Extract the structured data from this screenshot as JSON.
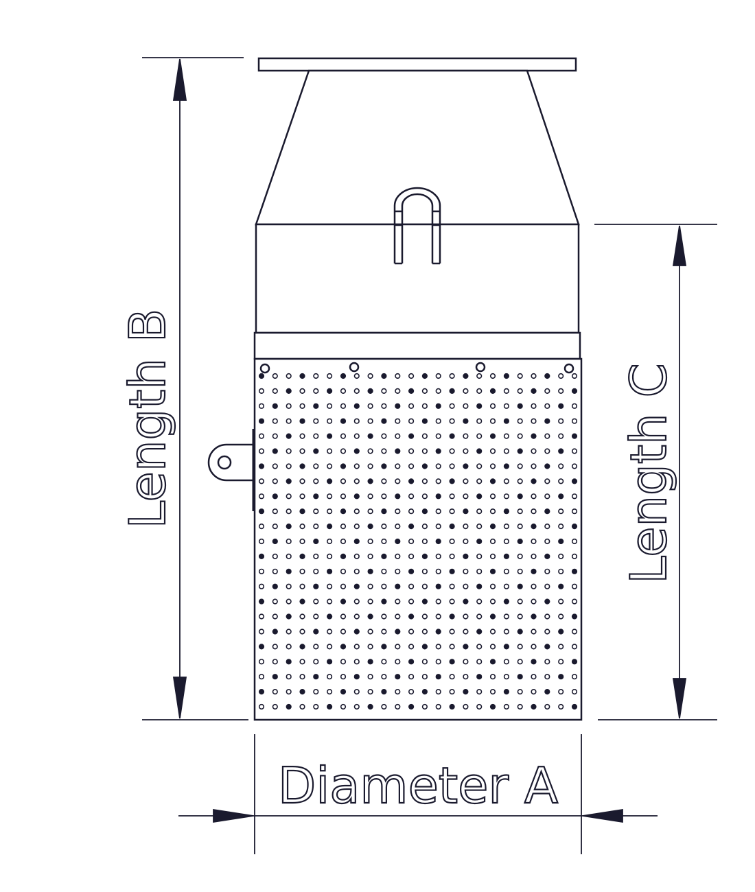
{
  "diagram": {
    "labels": {
      "diameter": "Diameter A",
      "length_b": "Length B",
      "length_c": "Length C"
    },
    "colors": {
      "line": "#1a1a2e",
      "background": "#ffffff"
    },
    "perforation": {
      "columns": 24,
      "rows": 23
    }
  }
}
